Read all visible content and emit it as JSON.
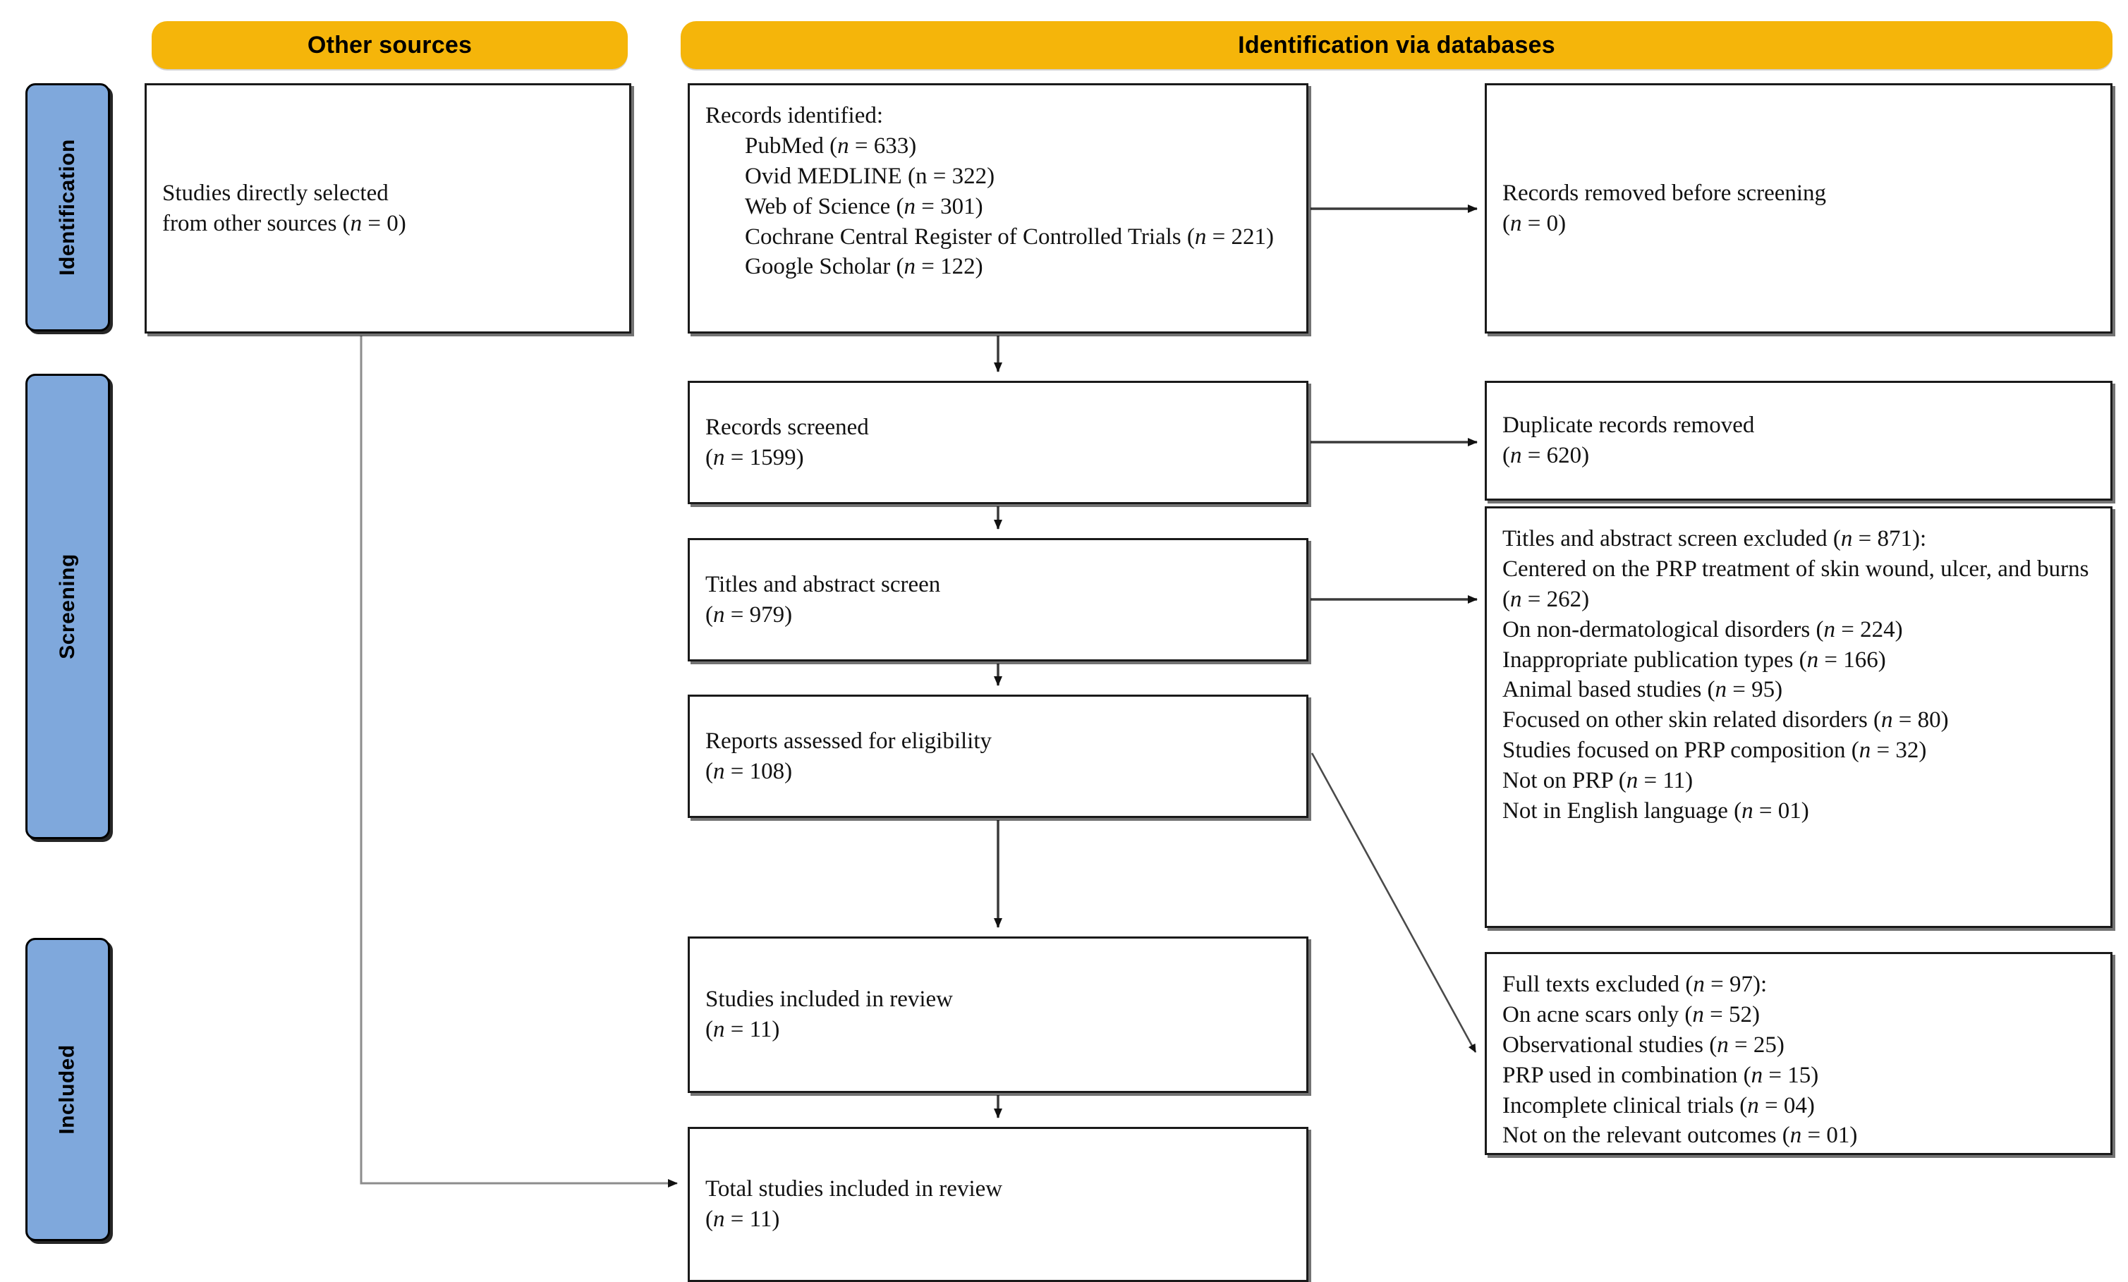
{
  "banners": {
    "other_sources": "Other sources",
    "identification_via_databases": "Identification via databases"
  },
  "phases": {
    "identification": "Identification",
    "screening": "Screening",
    "included": "Included"
  },
  "colors": {
    "banner_amber": "#F5B50A",
    "phase_blue": "#7FA8DC",
    "box_border": "#1a1a1a",
    "text": "#121212"
  },
  "boxes": {
    "other_sources": {
      "line1": "Studies directly selected",
      "line2_prefix": "from other sources (",
      "line2_n": "n",
      "line2_suffix": " = 0)"
    },
    "records_identified": {
      "heading": "Records identified:",
      "sources": [
        {
          "label": "PubMed (",
          "n": "n",
          "value": " = 633)",
          "italic_n": true
        },
        {
          "label": "Ovid MEDLINE (n = 322)",
          "n": "",
          "value": "",
          "italic_n": false
        },
        {
          "label": "Web of Science (",
          "n": "n",
          "value": " = 301)",
          "italic_n": true
        },
        {
          "label": "Cochrane Central Register of Controlled Trials (",
          "n": "n",
          "value": " = 221)",
          "italic_n": true
        },
        {
          "label": "Google Scholar (",
          "n": "n",
          "value": " = 122)",
          "italic_n": true
        }
      ]
    },
    "records_removed_before_screening": {
      "line1": "Records removed before screening",
      "line2_open": "(",
      "line2_n": "n",
      "line2_close": " = 0)"
    },
    "records_screened": {
      "line1": "Records screened",
      "line2_open": "(",
      "line2_n": "n",
      "line2_close": " = 1599)"
    },
    "duplicate_records_removed": {
      "line1": "Duplicate records removed",
      "line2_open": "(",
      "line2_n": "n",
      "line2_close": " = 620)"
    },
    "titles_abstract_screen": {
      "line1": "Titles and abstract screen",
      "line2_open": "(",
      "line2_n": "n",
      "line2_close": " = 979)"
    },
    "titles_abstract_excluded": {
      "heading_prefix": "Titles and abstract screen excluded (",
      "heading_n": "n",
      "heading_suffix": " = 871):",
      "reasons": [
        {
          "text": "Centered on the PRP treatment of skin wound, ulcer, and burns (",
          "n": "n",
          "count": " = 262)"
        },
        {
          "text": "On non-dermatological disorders (",
          "n": "n",
          "count": " = 224)"
        },
        {
          "text": "Inappropriate publication types (",
          "n": "n",
          "count": " = 166)"
        },
        {
          "text": "Animal based studies (",
          "n": "n",
          "count": " = 95)"
        },
        {
          "text": "Focused on other skin related disorders (",
          "n": "n",
          "count": " = 80)"
        },
        {
          "text": "Studies focused on PRP composition (",
          "n": "n",
          "count": " = 32)"
        },
        {
          "text": "Not on PRP (",
          "n": "n",
          "count": " = 11)"
        },
        {
          "text": "Not in English language (",
          "n": "n",
          "count": " = 01)"
        }
      ]
    },
    "reports_assessed": {
      "line1": "Reports assessed for eligibility",
      "line2_open": "(",
      "line2_n": "n",
      "line2_close": " = 108)"
    },
    "full_texts_excluded": {
      "heading_prefix": "Full texts excluded (",
      "heading_n": "n",
      "heading_suffix": " = 97):",
      "reasons": [
        {
          "text": "On acne scars only (",
          "n": "n",
          "count": " = 52)"
        },
        {
          "text": "Observational studies (",
          "n": "n",
          "count": " = 25)"
        },
        {
          "text": "PRP used in combination (",
          "n": "n",
          "count": " = 15)"
        },
        {
          "text": "Incomplete clinical trials (",
          "n": "n",
          "count": " = 04)"
        },
        {
          "text": "Not on the relevant outcomes (",
          "n": "n",
          "count": " = 01)"
        }
      ]
    },
    "studies_included": {
      "line1": "Studies included in review",
      "line2_open": "(",
      "line2_n": "n",
      "line2_close": " = 11)"
    },
    "total_studies_included": {
      "line1": "Total studies included in review",
      "line2_open": "(",
      "line2_n": "n",
      "line2_close": " = 11)"
    }
  },
  "chart_data": {
    "type": "diagram",
    "title": "PRISMA flow diagram",
    "nodes": [
      {
        "id": "other_sources",
        "label": "Studies directly selected from other sources",
        "n": 0,
        "phase": "Identification",
        "column": "other"
      },
      {
        "id": "records_identified",
        "label": "Records identified",
        "n": 1599,
        "phase": "Identification",
        "column": "databases",
        "breakdown": [
          {
            "source": "PubMed",
            "n": 633
          },
          {
            "source": "Ovid MEDLINE",
            "n": 322
          },
          {
            "source": "Web of Science",
            "n": 301
          },
          {
            "source": "Cochrane Central Register of Controlled Trials",
            "n": 221
          },
          {
            "source": "Google Scholar",
            "n": 122
          }
        ]
      },
      {
        "id": "records_removed_before_screening",
        "label": "Records removed before screening",
        "n": 0,
        "phase": "Identification",
        "column": "excluded"
      },
      {
        "id": "records_screened",
        "label": "Records screened",
        "n": 1599,
        "phase": "Screening",
        "column": "databases"
      },
      {
        "id": "duplicate_records_removed",
        "label": "Duplicate records removed",
        "n": 620,
        "phase": "Screening",
        "column": "excluded"
      },
      {
        "id": "titles_abstract_screen",
        "label": "Titles and abstract screen",
        "n": 979,
        "phase": "Screening",
        "column": "databases"
      },
      {
        "id": "titles_abstract_excluded",
        "label": "Titles and abstract screen excluded",
        "n": 871,
        "phase": "Screening",
        "column": "excluded",
        "breakdown": [
          {
            "reason": "Centered on the PRP treatment of skin wound, ulcer, and burns",
            "n": 262
          },
          {
            "reason": "On non-dermatological disorders",
            "n": 224
          },
          {
            "reason": "Inappropriate publication types",
            "n": 166
          },
          {
            "reason": "Animal based studies",
            "n": 95
          },
          {
            "reason": "Focused on other skin related disorders",
            "n": 80
          },
          {
            "reason": "Studies focused on PRP composition",
            "n": 32
          },
          {
            "reason": "Not on PRP",
            "n": 11
          },
          {
            "reason": "Not in English language",
            "n": 1
          }
        ]
      },
      {
        "id": "reports_assessed",
        "label": "Reports assessed for eligibility",
        "n": 108,
        "phase": "Screening",
        "column": "databases"
      },
      {
        "id": "full_texts_excluded",
        "label": "Full texts excluded",
        "n": 97,
        "phase": "Screening",
        "column": "excluded",
        "breakdown": [
          {
            "reason": "On acne scars only",
            "n": 52
          },
          {
            "reason": "Observational studies",
            "n": 25
          },
          {
            "reason": "PRP used in combination",
            "n": 15
          },
          {
            "reason": "Incomplete clinical trials",
            "n": 4
          },
          {
            "reason": "Not on the relevant outcomes",
            "n": 1
          }
        ]
      },
      {
        "id": "studies_included",
        "label": "Studies included in review",
        "n": 11,
        "phase": "Included",
        "column": "databases"
      },
      {
        "id": "total_studies_included",
        "label": "Total studies included in review",
        "n": 11,
        "phase": "Included",
        "column": "databases"
      }
    ],
    "edges": [
      {
        "from": "records_identified",
        "to": "records_removed_before_screening",
        "kind": "horizontal"
      },
      {
        "from": "records_identified",
        "to": "records_screened",
        "kind": "vertical"
      },
      {
        "from": "records_screened",
        "to": "duplicate_records_removed",
        "kind": "horizontal"
      },
      {
        "from": "records_screened",
        "to": "titles_abstract_screen",
        "kind": "vertical"
      },
      {
        "from": "titles_abstract_screen",
        "to": "titles_abstract_excluded",
        "kind": "horizontal"
      },
      {
        "from": "titles_abstract_screen",
        "to": "reports_assessed",
        "kind": "vertical"
      },
      {
        "from": "reports_assessed",
        "to": "full_texts_excluded",
        "kind": "diagonal"
      },
      {
        "from": "reports_assessed",
        "to": "studies_included",
        "kind": "vertical"
      },
      {
        "from": "studies_included",
        "to": "total_studies_included",
        "kind": "vertical"
      },
      {
        "from": "other_sources",
        "to": "total_studies_included",
        "kind": "elbow"
      }
    ]
  }
}
